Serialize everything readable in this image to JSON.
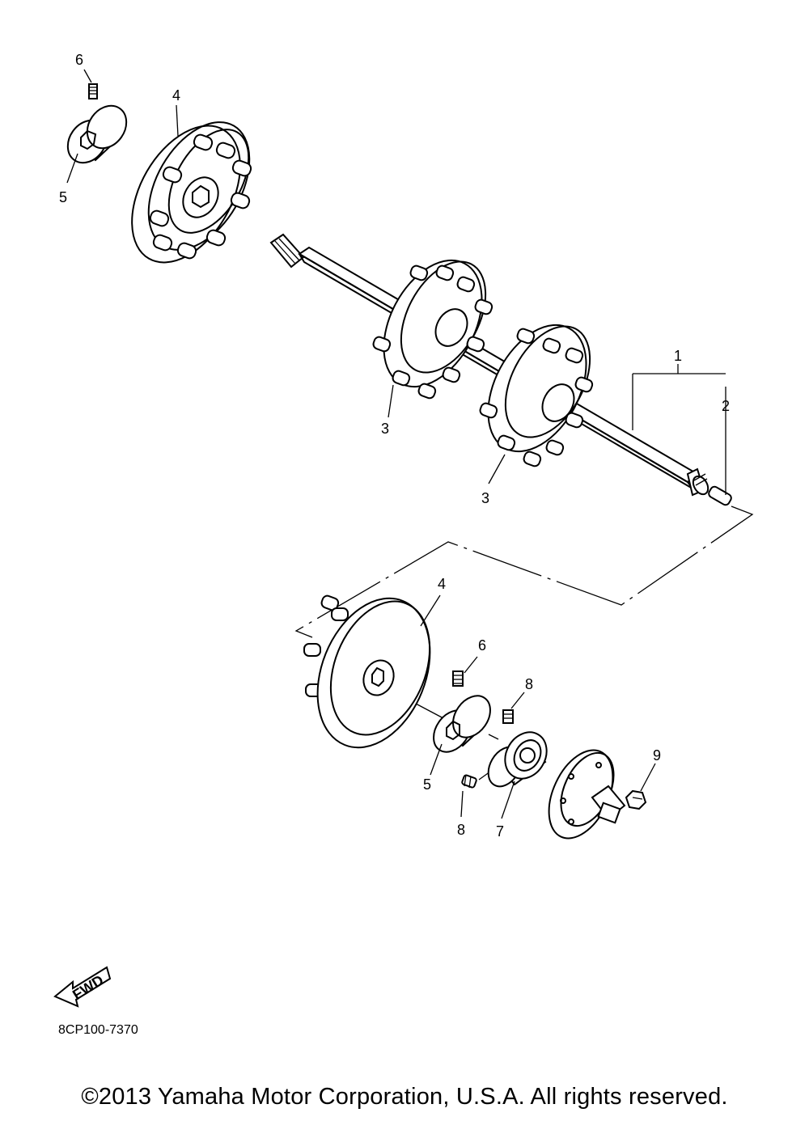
{
  "callouts": {
    "c1": "1",
    "c2": "2",
    "c3a": "3",
    "c3b": "3",
    "c4a": "4",
    "c4b": "4",
    "c5a": "5",
    "c5b": "5",
    "c6a": "6",
    "c6b": "6",
    "c7": "7",
    "c8a": "8",
    "c8b": "8",
    "c9": "9"
  },
  "fwd_label": "FWD",
  "diagram_code": "8CP100-7370",
  "copyright": "©2013 Yamaha Motor Corporation, U.S.A. All rights reserved."
}
